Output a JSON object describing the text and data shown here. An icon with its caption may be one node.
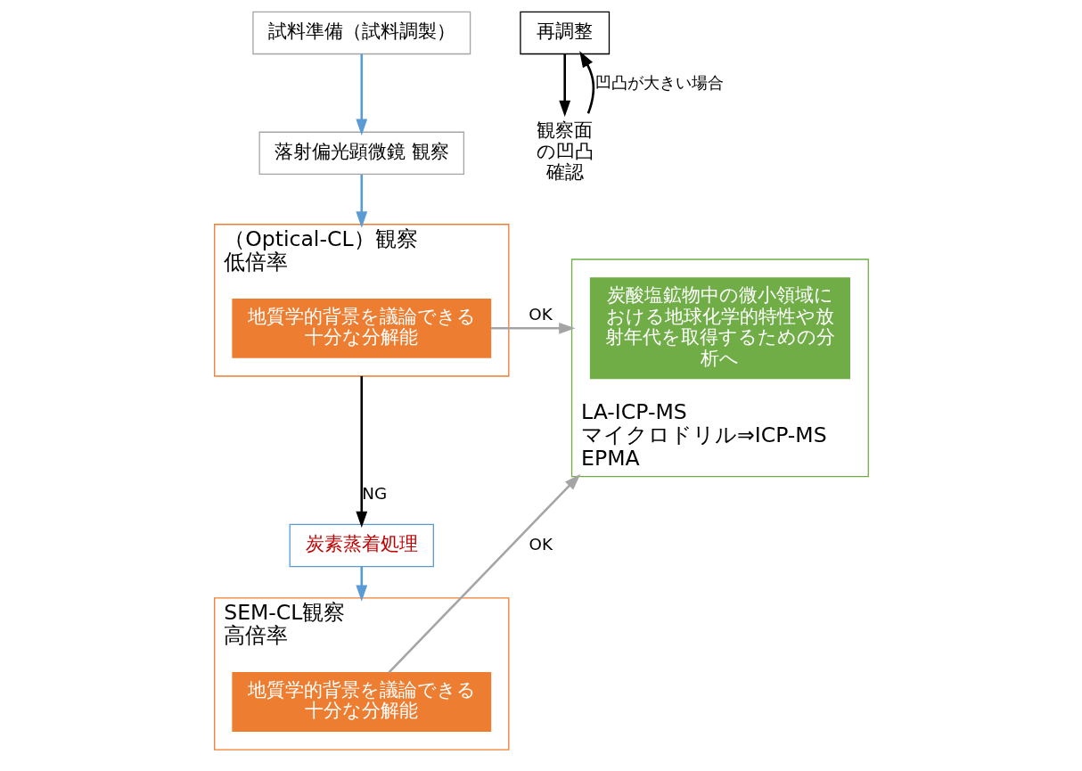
{
  "diagram": {
    "nodes": [
      {
        "text": [
          "試料準備（試料調製）"
        ]
      },
      {
        "text": [
          "落射偏光顕微鏡 観察"
        ]
      },
      {
        "text": [
          "再調整"
        ]
      },
      {
        "text": [
          "観察面の凹凸確認"
        ]
      },
      {
        "text": [
          "（Optical-CL）観察",
          "低倍率"
        ]
      },
      {
        "text": [
          "地質学的背景を議論できる十分な分解能"
        ],
        "in": 4
      },
      {
        "text": [
          "炭素蒸着処理"
        ]
      },
      {
        "text": [
          "SEM-CL観察",
          "高倍率"
        ]
      },
      {
        "text": [
          "地質学的背景を議論できる十分な分解能"
        ],
        "in": 7
      },
      {
        "text": [
          "LA-ICP-MS",
          "マイクロドリル⇒ICP-MS",
          "EPMA"
        ]
      },
      {
        "text": [
          "炭酸塩鉱物中の微小領域における地球化学的特性や放射年代を取得するための分析へ"
        ],
        "in": 9
      }
    ],
    "edges": [
      {
        "from": 0,
        "to": 1,
        "arrow": "to",
        "color": "#5b9bd5"
      },
      {
        "from": 2,
        "to": 3,
        "arrow": "to",
        "color": "#000000"
      },
      {
        "from": 3,
        "to": 2,
        "arrow": "to",
        "label": "凹凸が大きい場合",
        "color": "#000000"
      },
      {
        "from": 1,
        "to": 4,
        "arrow": "to",
        "color": "#5b9bd5"
      },
      {
        "from": 4,
        "to": 6,
        "arrow": "to",
        "label": "NG",
        "color": "#000000"
      },
      {
        "from": 6,
        "to": 7,
        "arrow": "to",
        "color": "#5b9bd5"
      },
      {
        "from": 5,
        "to": 9,
        "arrow": "to",
        "label": "OK",
        "color": "#a5a5a5"
      },
      {
        "from": 8,
        "to": 9,
        "arrow": "to",
        "label": "OK",
        "color": "#a5a5a5"
      }
    ]
  }
}
